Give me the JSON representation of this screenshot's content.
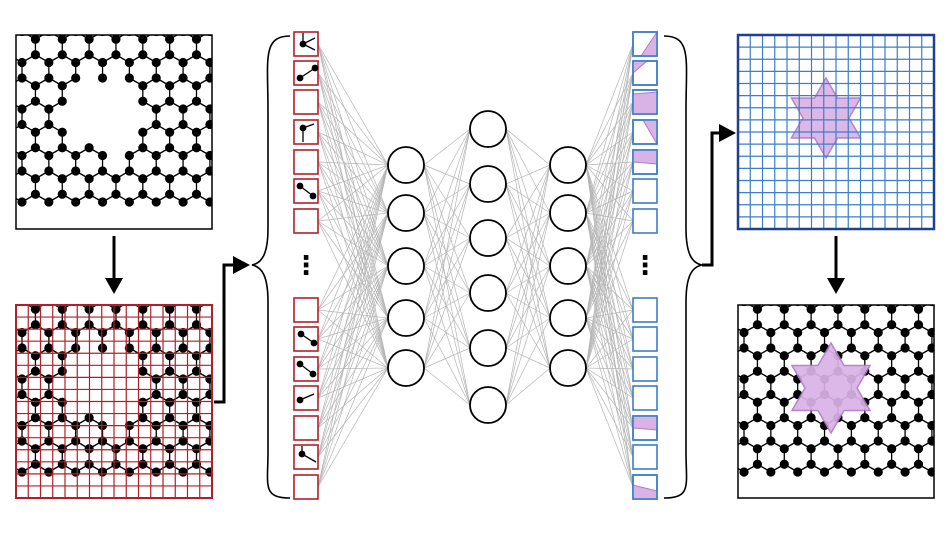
{
  "diagram": {
    "type": "autoencoder-defect-pipeline",
    "colors": {
      "input_grid": "#b0202a",
      "output_grid": "#3a7fc8",
      "output_border": "#1f3f8f",
      "defect_fill": "#d9b3e6",
      "defect_stroke": "#b07ac8",
      "connection": "#b5b5b5",
      "atom": "#000000",
      "background": "#ffffff"
    },
    "panels": [
      {
        "name": "input-lattice",
        "content": "lattice-with-vacancy"
      },
      {
        "name": "gridded-lattice",
        "content": "lattice-overlaid-with-grid",
        "grid_color": "input_grid"
      },
      {
        "name": "predicted-grid",
        "content": "grid-with-defect-region",
        "grid_color": "output_grid"
      },
      {
        "name": "reconstructed-lattice",
        "content": "lattice-with-defect-region"
      }
    ],
    "network": {
      "input_vector": {
        "glyph": "⋮",
        "top_cells": 7,
        "bottom_cells": 7
      },
      "hidden_layers": [
        5,
        6,
        5
      ],
      "output_vector": {
        "glyph": "⋮",
        "top_cells": 7,
        "bottom_cells": 7
      }
    },
    "arrows": [
      {
        "name": "arrow-lattice-to-grid",
        "direction": "down"
      },
      {
        "name": "arrow-grid-to-input-vector",
        "direction": "right-elbow"
      },
      {
        "name": "arrow-output-vector-to-grid",
        "direction": "right-elbow"
      },
      {
        "name": "arrow-grid-to-lattice",
        "direction": "down"
      }
    ]
  }
}
